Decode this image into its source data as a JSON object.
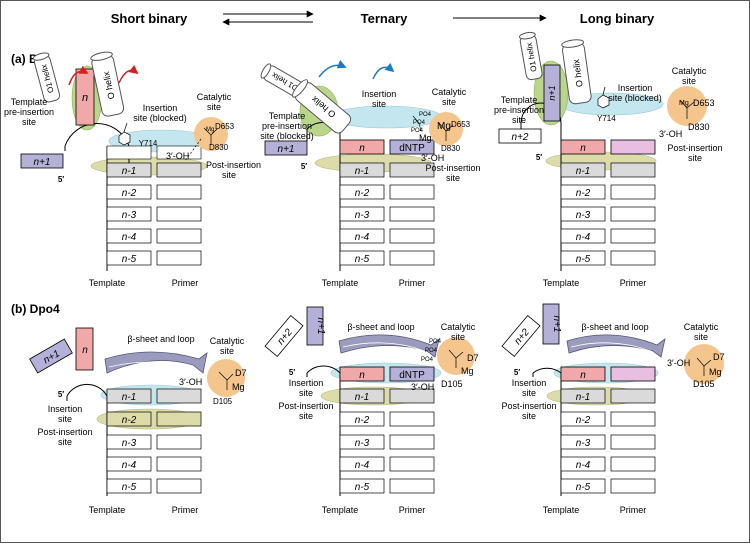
{
  "header": {
    "short_binary": "Short binary",
    "ternary": "Ternary",
    "long_binary": "Long binary"
  },
  "sections": [
    {
      "label": "(a) BF"
    },
    {
      "label": "(b) Dpo4"
    }
  ],
  "panels": {
    "a_short": {
      "slots": [
        "n-1",
        "n-2",
        "n-3",
        "n-4",
        "n-5"
      ],
      "tpl": "n",
      "outer": "n+1",
      "five_prime": "5′",
      "o1_helix": "O1 helix",
      "o_helix": "O helix",
      "labels": [
        "Template",
        "pre-insertion",
        "site",
        "Insertion",
        "site (blocked)",
        "Catalytic",
        "site",
        "Y714",
        "Mg",
        "D653",
        "D830",
        "3′-OH",
        "Post-insertion",
        "site"
      ],
      "axis": [
        "Template",
        "Primer"
      ]
    },
    "a_ternary": {
      "slots": [
        "n-1",
        "n-2",
        "n-3",
        "n-4",
        "n-5"
      ],
      "tpl": "n",
      "outer": "n+1",
      "five_prime": "5′",
      "dntp": "dNTP",
      "o1_helix": "O1 helix",
      "o_helix": "O helix",
      "labels": [
        "Template",
        "pre-insertion",
        "site (blocked)",
        "Insertion",
        "site",
        "Catalytic",
        "site",
        "PO4",
        "PO4",
        "PO4",
        "Mg",
        "Mg",
        "D653",
        "D830",
        "3′-OH",
        "Post-insertion",
        "site"
      ],
      "axis": [
        "Template",
        "Primer"
      ]
    },
    "a_long": {
      "slots": [
        "n-1",
        "n-2",
        "n-3",
        "n-4",
        "n-5"
      ],
      "tpl": "n",
      "helix_box": "n+1",
      "outer": "n+2",
      "five_prime": "5′",
      "o1_helix": "O1 helix",
      "o_helix": "O helix",
      "labels": [
        "Template",
        "pre-insertion",
        "site",
        "Insertion",
        "site (blocked)",
        "Catalytic",
        "site",
        "Y714",
        "Mg",
        "D653",
        "D830",
        "3′-OH",
        "Post-insertion",
        "site"
      ],
      "axis": [
        "Template",
        "Primer"
      ]
    },
    "b_short": {
      "slots": [
        "n-1",
        "n-2",
        "n-3",
        "n-4",
        "n-5"
      ],
      "up": "n",
      "outer": "n+1",
      "five_prime": "5′",
      "labels": [
        "β-sheet and loop",
        "Catalytic",
        "site",
        "D7",
        "Mg",
        "D105",
        "3′-OH",
        "Insertion",
        "site",
        "Post-insertion",
        "site"
      ],
      "axis": [
        "Template",
        "Primer"
      ]
    },
    "b_ternary": {
      "slots": [
        "n",
        "n-1",
        "n-2",
        "n-3",
        "n-4",
        "n-5"
      ],
      "outer": "n+2",
      "up": "n+1",
      "five_prime": "5′",
      "dntp": "dNTP",
      "labels": [
        "β-sheet and loop",
        "Catalytic",
        "site",
        "PO4",
        "PO4",
        "PO4",
        "D7",
        "Mg",
        "D105",
        "3′-OH",
        "Insertion",
        "site",
        "Post-insertion",
        "site"
      ],
      "axis": [
        "Template",
        "Primer"
      ]
    },
    "b_long": {
      "slots": [
        "n",
        "n-1",
        "n-2",
        "n-3",
        "n-4",
        "n-5"
      ],
      "outer": "n+2",
      "up": "n+1",
      "five_prime": "5′",
      "labels": [
        "β-sheet and loop",
        "Catalytic",
        "site",
        "D7",
        "Mg",
        "D105",
        "3′-OH",
        "Insertion",
        "site",
        "Post-insertion",
        "site"
      ],
      "axis": [
        "Template",
        "Primer"
      ]
    }
  },
  "colors": {
    "red_box": "#f0a8a8",
    "purple_box": "#b4b0d8",
    "pink_box": "#e8bfe0",
    "grey_box": "#dadada",
    "green_oval": "#b9d68a",
    "cyan_oval": "#c4e6ef",
    "olive_oval": "#dcdcaa",
    "orange_circle": "#f4c58c",
    "helix_grey": "#777777"
  }
}
